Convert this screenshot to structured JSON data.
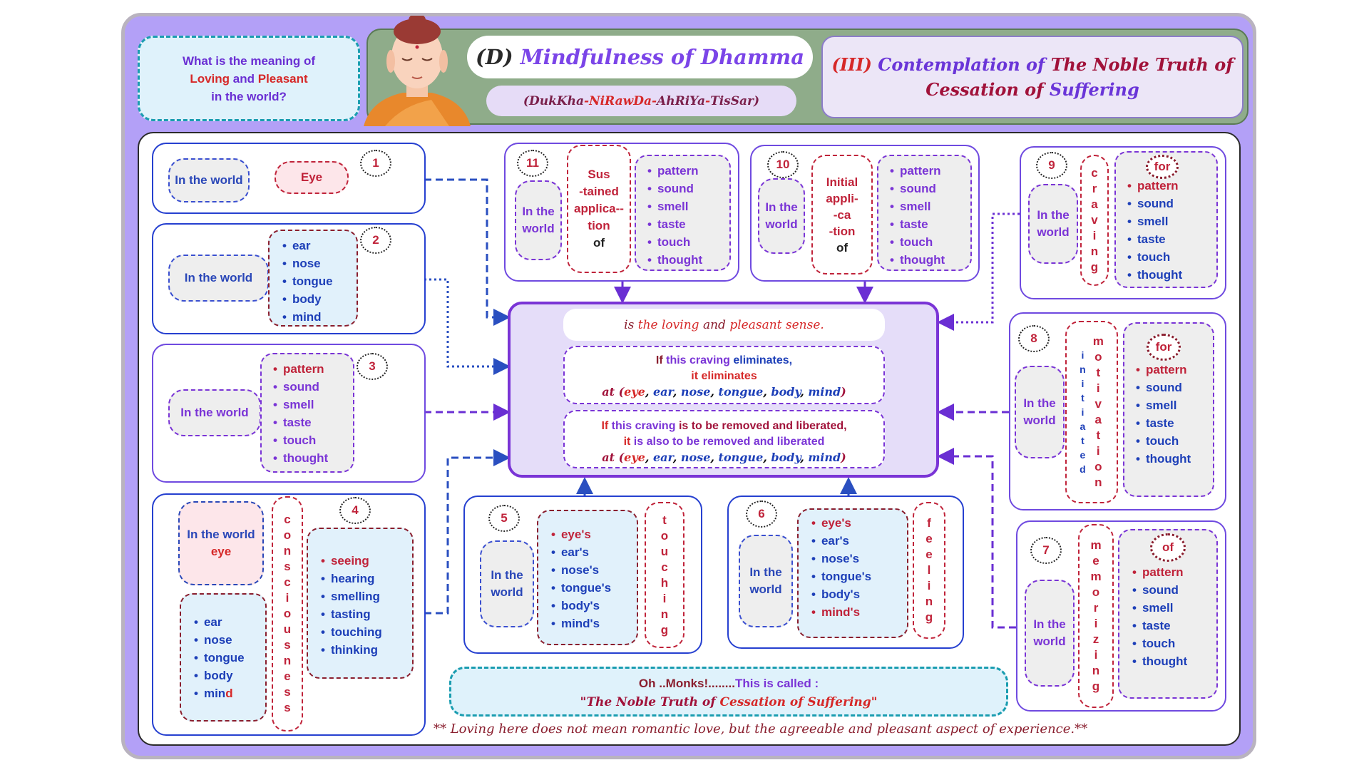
{
  "question": {
    "pre": "What is the meaning of",
    "loving": "Loving",
    "and": "and",
    "pleasant": "Pleasant",
    "post": "in the world?"
  },
  "header": {
    "prefix": "(D)",
    "title": "Mindfulness of Dhamma",
    "pali": {
      "p1": "(DukKha",
      "d1": "-",
      "p2": "NiRawDa",
      "d2": "-",
      "p3": "AhRiYa",
      "d3": "-",
      "p4": "TisSar)"
    },
    "contemplation": {
      "num": "(III)",
      "a": "Contemplation of",
      "b": "The Noble Truth of",
      "c": "Cessation of",
      "d": "Suffering"
    }
  },
  "center": {
    "line1": {
      "a": "is",
      "b": "the loving",
      "c": "and",
      "d": "pleasant sense."
    },
    "box2": {
      "a": "If",
      "b": "this craving",
      "c": "eliminates,",
      "d": "it eliminates",
      "e": "at",
      "f": "(",
      "g": "eye",
      "h": "ear",
      "i": "nose",
      "j": "tongue",
      "k": "body",
      "l": "mind",
      "m": ")"
    },
    "box3": {
      "a": "If",
      "b": "this craving",
      "c": "is to be removed and liberated,",
      "d": "it",
      "e": "is also to be removed and liberated",
      "f": "at",
      "g": "(",
      "h": "eye",
      "i": "ear",
      "j": "nose",
      "k": "tongue",
      "l": "body",
      "m": "mind",
      "n": ")"
    }
  },
  "box1": {
    "num": "1",
    "world": "In the world",
    "eye": "Eye"
  },
  "box2": {
    "num": "2",
    "world": "In the world",
    "items": [
      "ear",
      "nose",
      "tongue",
      "body",
      "mind"
    ]
  },
  "box3": {
    "num": "3",
    "world": "In the world",
    "items": [
      "pattern",
      "sound",
      "smell",
      "taste",
      "touch",
      "thought"
    ]
  },
  "box4": {
    "num": "4",
    "world": "In the  world",
    "eye": "eye",
    "senses": [
      "ear",
      "nose",
      "tongue",
      "body",
      "min",
      "d"
    ],
    "vertical": "consciousness",
    "items": [
      "seeing",
      "hearing",
      "smelling",
      "tasting",
      "touching",
      "thinking"
    ]
  },
  "box5": {
    "num": "5",
    "world": "In the world",
    "items": [
      "eye's",
      "ear's",
      "nose's",
      "tongue's",
      "body's",
      "mind's"
    ],
    "vertical": "touching"
  },
  "box6": {
    "num": "6",
    "world": "In the world",
    "items": [
      "eye's",
      "ear's",
      "nose's",
      "tongue's",
      "body's",
      "mind's"
    ],
    "vertical": "feeling"
  },
  "box7": {
    "num": "7",
    "world": "In the world",
    "vertical": "memorizing",
    "label": "of",
    "items": [
      "pattern",
      "sound",
      "smell",
      "taste",
      "touch",
      "thought"
    ]
  },
  "box8": {
    "num": "8",
    "world": "In the world",
    "vertical_small": "initiated",
    "vertical": "motivation",
    "label": "for",
    "items": [
      "pattern",
      "sound",
      "smell",
      "taste",
      "touch",
      "thought"
    ]
  },
  "box9": {
    "num": "9",
    "world": "In the world",
    "vertical": "craving",
    "label": "for",
    "items": [
      "pattern",
      "sound",
      "smell",
      "taste",
      "touch",
      "thought"
    ]
  },
  "box10": {
    "num": "10",
    "world": "In the world",
    "mid": [
      "Initial",
      "appli-",
      "-ca",
      "-tion",
      "of"
    ],
    "items": [
      "pattern",
      "sound",
      "smell",
      "taste",
      "touch",
      "thought"
    ]
  },
  "box11": {
    "num": "11",
    "world": "In the world",
    "mid": [
      "Sus",
      "-tained",
      "applica--",
      "tion",
      "of"
    ],
    "items": [
      "pattern",
      "sound",
      "smell",
      "taste",
      "touch",
      "thought"
    ]
  },
  "conclusion": {
    "a": "Oh ..Monks!........",
    "b": "This is called :",
    "c": "\"The Noble Truth of",
    "d": "Cessation of Suffering\""
  },
  "footnote": "** Loving here does not mean romantic love, but the agreeable and pleasant aspect of experience.**",
  "colors": {
    "accent": "#7a34d6",
    "red": "#c0233a",
    "blue": "#1d3fb8",
    "frame": "#b3a0f7"
  }
}
